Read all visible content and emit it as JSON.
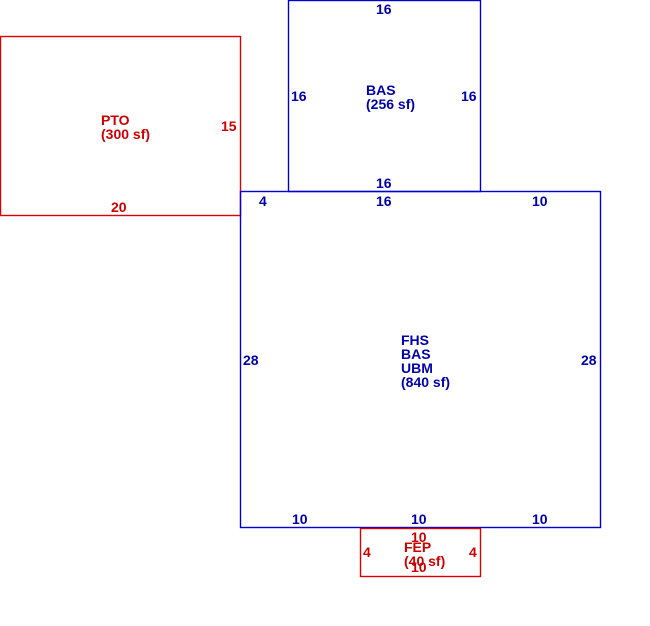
{
  "colors": {
    "main": "#0000cc",
    "secondary": "#dd0000"
  },
  "areas": {
    "pto": {
      "lines": [
        "PTO",
        "(300 sf)"
      ]
    },
    "bas_top": {
      "lines": [
        "BAS",
        "(256 sf)"
      ]
    },
    "main": {
      "lines": [
        "FHS",
        "BAS",
        "UBM",
        "(840 sf)"
      ]
    },
    "fep": {
      "lines": [
        "FEP",
        "(40 sf)"
      ]
    }
  },
  "dims": {
    "pto_right": "15",
    "pto_bottom": "20",
    "bas_top_top": "16",
    "bas_top_left": "16",
    "bas_top_right": "16",
    "bas_top_bottom": "16",
    "main_top_left": "4",
    "main_top_mid": "16",
    "main_top_right": "10",
    "main_left": "28",
    "main_right": "28",
    "main_bottom_left": "10",
    "main_bottom_mid": "10",
    "main_bottom_right": "10",
    "fep_top": "10",
    "fep_left": "4",
    "fep_right": "4",
    "fep_bottom": "10"
  }
}
